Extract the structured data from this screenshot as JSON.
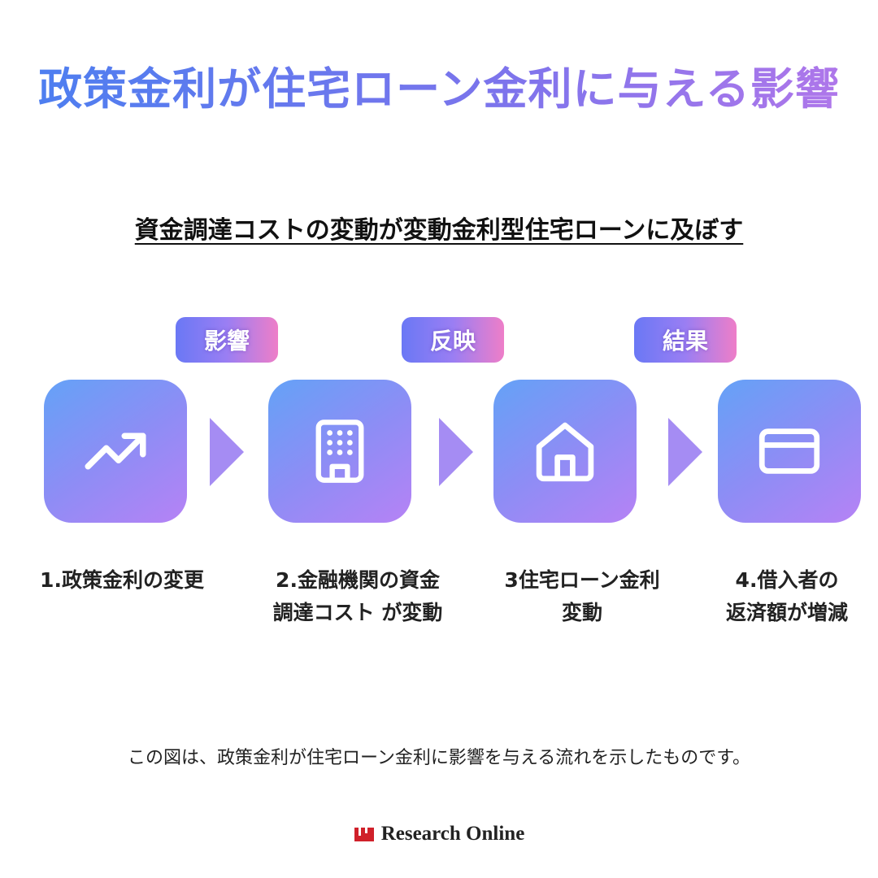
{
  "title": "政策金利が住宅ローン金利に与える影響",
  "subtitle": "資金調達コストの変動が変動金利型住宅ローンに及ぼす",
  "badges": [
    "影響",
    "反映",
    "結果"
  ],
  "steps": [
    {
      "icon": "trending-up-icon",
      "lines": [
        "1.政策金利の変更"
      ]
    },
    {
      "icon": "building-icon",
      "lines": [
        "2.金融機関の資金",
        "調達コスト が変動"
      ]
    },
    {
      "icon": "house-icon",
      "lines": [
        "3住宅ローン金利",
        "変動"
      ]
    },
    {
      "icon": "credit-card-icon",
      "lines": [
        "4.借入者の",
        "返済額が増減"
      ]
    }
  ],
  "caption": "この図は、政策金利が住宅ローン金利に影響を与える流れを示したものです。",
  "brand": {
    "name": "Research Online",
    "logo": "research-online-logo-icon"
  },
  "colors": {
    "title_gradient": [
      "#4a7ff0",
      "#b477ea"
    ],
    "badge_gradient": [
      "#6a78f5",
      "#ee7ec8"
    ],
    "box_gradient": [
      "#64a2f7",
      "#b682f5"
    ],
    "arrow": "#a58cf3",
    "logo_red": "#d0202a"
  }
}
